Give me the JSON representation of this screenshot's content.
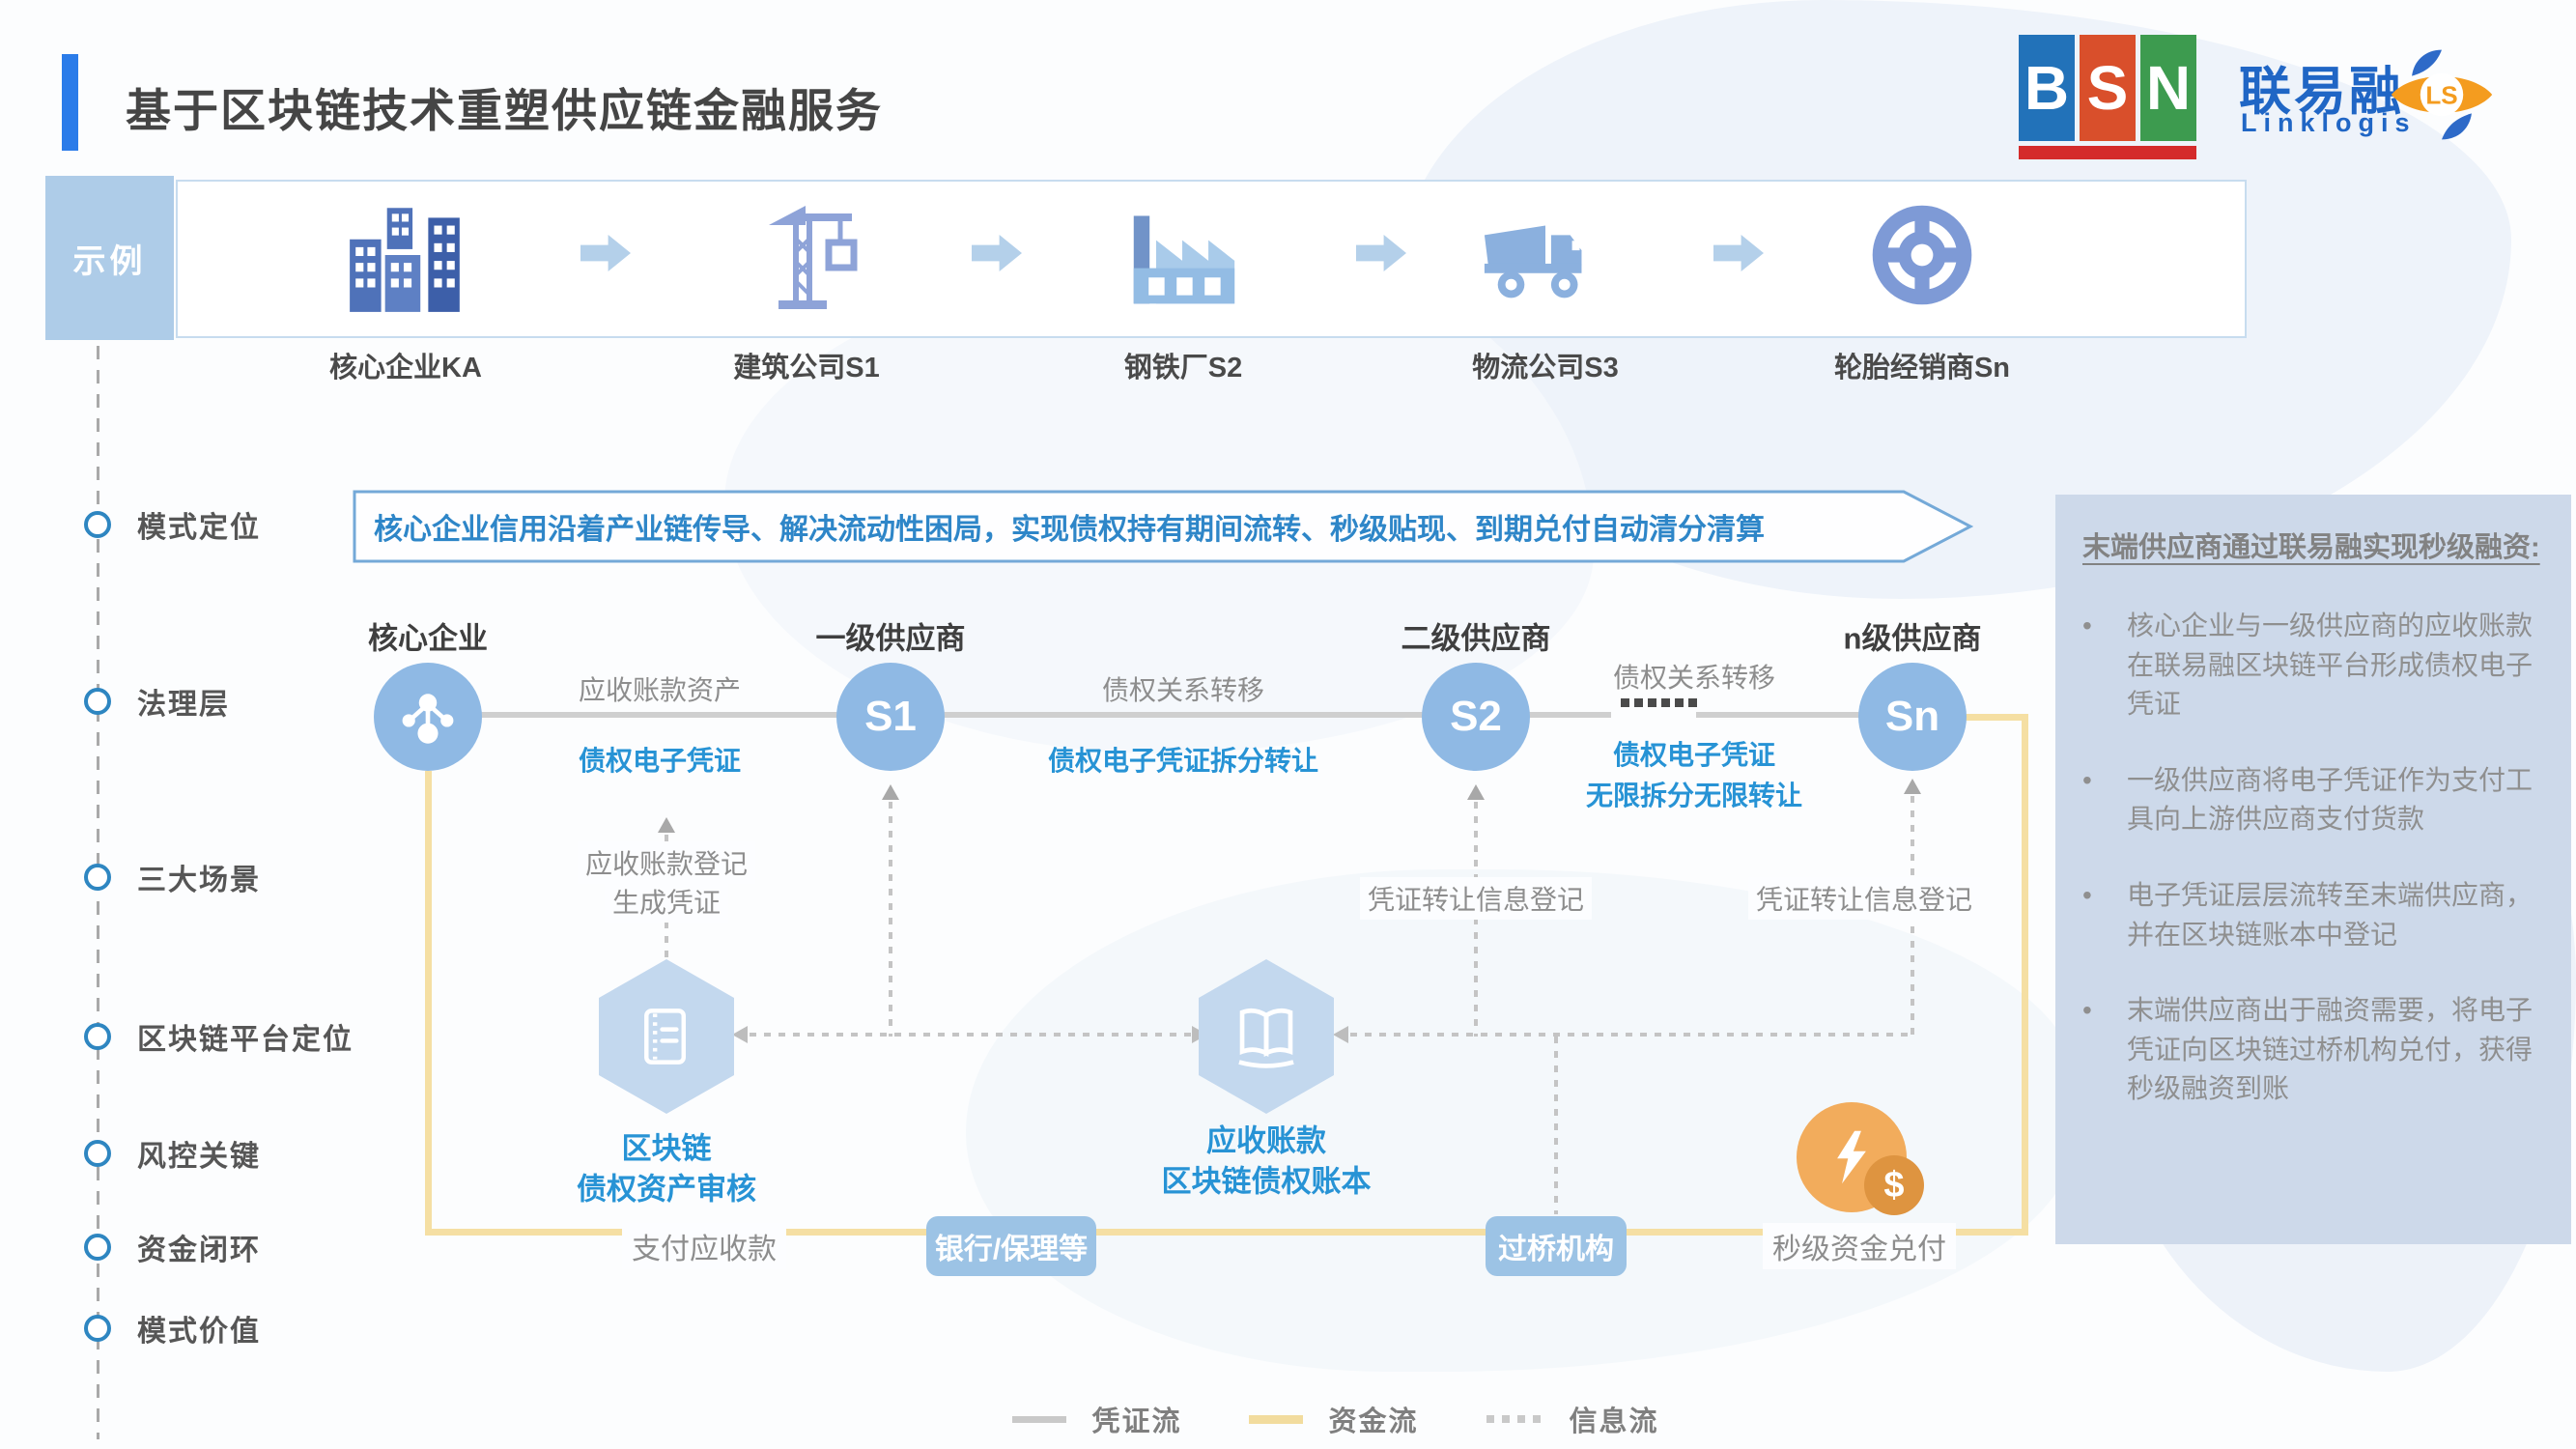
{
  "page": {
    "title": "基于区块链技术重塑供应链金融服务",
    "logos": {
      "bsn": {
        "letters": [
          "B",
          "S",
          "N"
        ]
      },
      "linklogis": {
        "cn": "联易融",
        "en": "Linklogis",
        "monogram": "LS"
      }
    },
    "example": {
      "tag": "示例",
      "chain": [
        {
          "icon": "buildings-icon",
          "label": "核心企业KA"
        },
        {
          "icon": "crane-icon",
          "label": "建筑公司S1"
        },
        {
          "icon": "factory-icon",
          "label": "钢铁厂S2"
        },
        {
          "icon": "truck-icon",
          "label": "物流公司S3"
        },
        {
          "icon": "wheel-icon",
          "label": "轮胎经销商Sn"
        }
      ]
    },
    "left_rail": {
      "items": [
        "模式定位",
        "法理层",
        "三大场景",
        "区块链平台定位",
        "风控关键",
        "资金闭环",
        "模式价值"
      ]
    },
    "banner": {
      "text": "核心企业信用沿着产业链传导、解决流动性困局，实现债权持有期间流转、秒级贴现、到期兑付自动清分清算"
    },
    "flow": {
      "tier_headers": [
        "核心企业",
        "一级供应商",
        "二级供应商",
        "n级供应商"
      ],
      "node_labels": [
        "",
        "S1",
        "S2",
        "Sn"
      ],
      "link1": {
        "top": "应收账款资产",
        "bottom": "债权电子凭证"
      },
      "link2": {
        "top": "债权关系转移",
        "bottom": "债权电子凭证拆分转让"
      },
      "link3": {
        "top": "债权关系转移",
        "bottom_line1": "债权电子凭证",
        "bottom_line2": "无限拆分无限转让"
      },
      "register_note_line1": "应收账款登记",
      "register_note_line2": "生成凭证",
      "transfer_note_left": "凭证转让信息登记",
      "transfer_note_right": "凭证转让信息登记",
      "hex1": {
        "line1": "区块链",
        "line2": "债权资产审核"
      },
      "hex2": {
        "line1": "应收账款",
        "line2": "区块链债权账本"
      }
    },
    "funds": {
      "pay": "支付应收款",
      "bank": "银行/保理等",
      "bridge": "过桥机构",
      "instant": "秒级资金兑付",
      "dollar": "$"
    },
    "legend": {
      "items": [
        {
          "label": "凭证流",
          "type": "solid-gray"
        },
        {
          "label": "资金流",
          "type": "solid-yellow"
        },
        {
          "label": "信息流",
          "type": "dotted-gray"
        }
      ]
    },
    "right_panel": {
      "title": "末端供应商通过联易融实现秒级融资:",
      "bullet_marker": "•",
      "bullets": [
        "核心企业与一级供应商的应收账款在联易融区块链平台形成债权电子凭证",
        "一级供应商将电子凭证作为支付工具向上游供应商支付货款",
        "电子凭证层层流转至末端供应商，并在区块链账本中登记",
        "末端供应商出于融资需要，将电子凭证向区块链过桥机构兑付，获得秒级融资到账"
      ]
    },
    "colors": {
      "title_bar_blue": "#2B7CE9",
      "accent_blue_text": "#2793D5",
      "banner_blue_text": "#2E86C8",
      "node_blue": "#8FB9E4",
      "hexagon_blue": "#C3D8EE",
      "button_blue": "#9CC3E5",
      "funds_yellow": "#F5DFA3",
      "certificate_line_gray": "#CFCFCF",
      "info_dotted_gray": "#C4C4C4",
      "panel_bg": "#CDD9EA",
      "instant_orange": "#F2AC5C",
      "instant_orange_dark": "#DE9440",
      "bsn_blue": "#2272B9",
      "bsn_red": "#D94F2B",
      "bsn_green": "#3D9B4F",
      "bsn_bar_red": "#D42B2B",
      "linklogis_blue": "#2066C5"
    }
  }
}
